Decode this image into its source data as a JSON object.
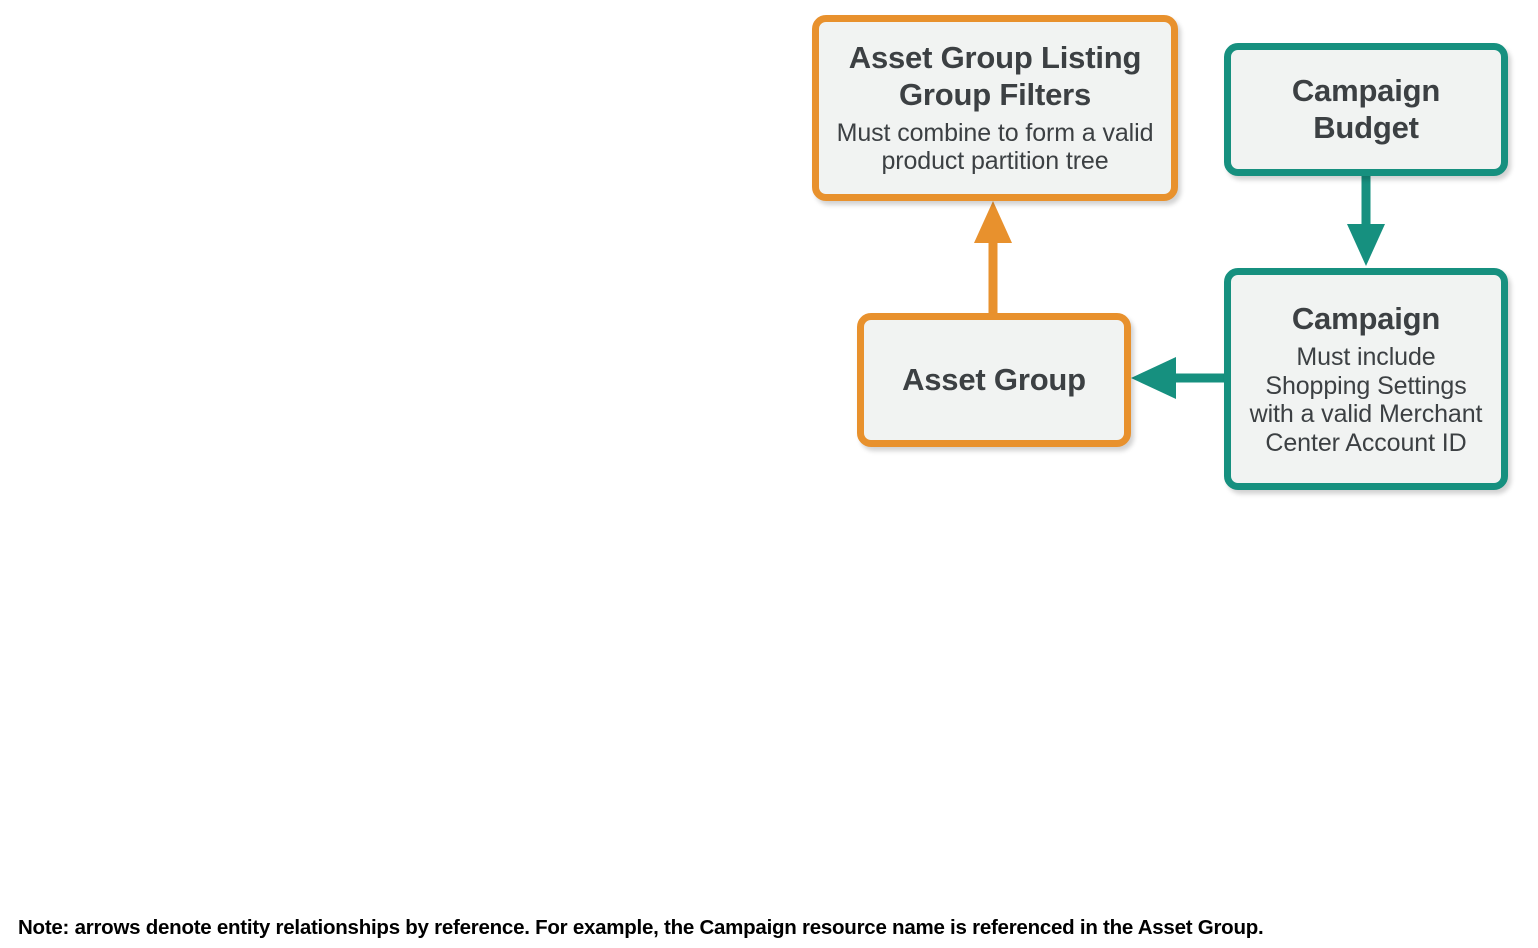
{
  "diagram": {
    "type": "entity-relationship-diagram",
    "colors": {
      "orange": "#e8912d",
      "teal": "#16907f",
      "box_fill": "#f1f3f2",
      "text": "#3c4043",
      "note_text": "#000000"
    },
    "nodes": [
      {
        "id": "asset-group-listing-group-filters",
        "title": "Asset Group Listing Group Filters",
        "subtitle": "Must combine to form a valid product partition tree",
        "color": "orange"
      },
      {
        "id": "campaign-budget",
        "title": "Campaign Budget",
        "subtitle": "",
        "color": "teal"
      },
      {
        "id": "asset-group",
        "title": "Asset Group",
        "subtitle": "",
        "color": "orange"
      },
      {
        "id": "campaign",
        "title": "Campaign",
        "subtitle": "Must include Shopping Settings with a valid Merchant Center Account ID",
        "color": "teal"
      }
    ],
    "edges": [
      {
        "id": "asset-group-to-listing-group-filters",
        "from": "asset-group",
        "to": "asset-group-listing-group-filters",
        "direction": "up",
        "color": "orange"
      },
      {
        "id": "campaign-budget-to-campaign",
        "from": "campaign-budget",
        "to": "campaign",
        "direction": "down",
        "color": "teal"
      },
      {
        "id": "campaign-to-asset-group",
        "from": "campaign",
        "to": "asset-group",
        "direction": "left",
        "color": "teal"
      }
    ],
    "note": "Note: arrows denote entity relationships by reference. For example, the Campaign resource name is referenced in the Asset Group."
  }
}
